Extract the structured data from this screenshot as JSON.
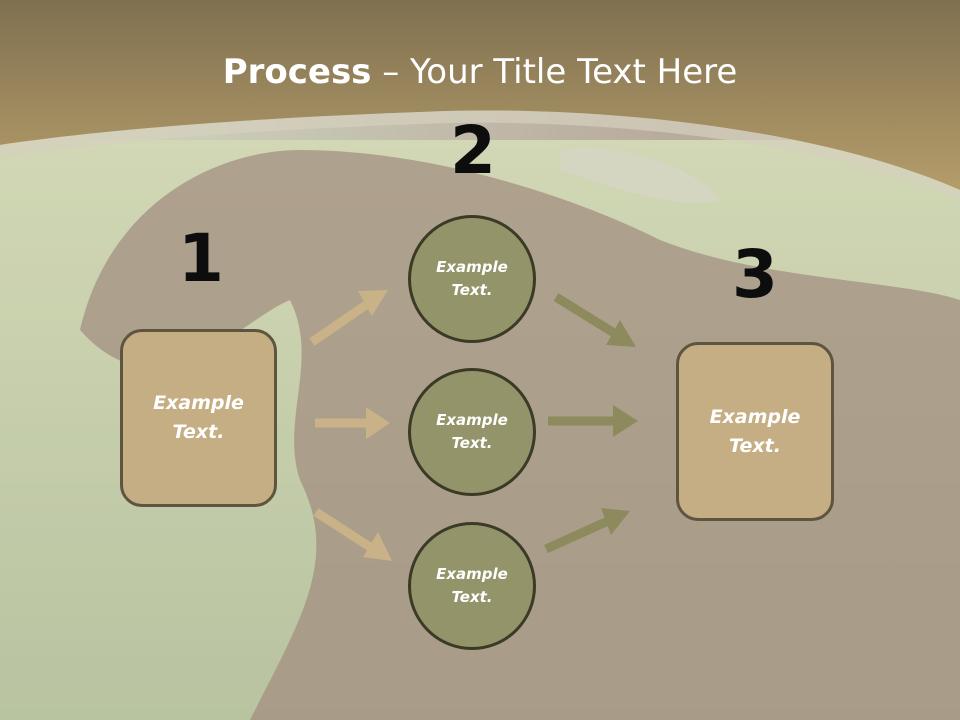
{
  "title": {
    "bold": "Process",
    "rest": " – Your Title Text Here"
  },
  "step_numbers": [
    "1",
    "2",
    "3"
  ],
  "boxes": [
    {
      "text_line1": "Example",
      "text_line2": "Text."
    },
    {
      "text_line1": "Example",
      "text_line2": "Text."
    }
  ],
  "circles": [
    {
      "text_line1": "Example",
      "text_line2": "Text."
    },
    {
      "text_line1": "Example",
      "text_line2": "Text."
    },
    {
      "text_line1": "Example",
      "text_line2": "Text."
    }
  ],
  "colors": {
    "header": "#8a7a55",
    "box_fill": "#c5ad84",
    "circle_fill": "#93946a",
    "arrow_tan": "#c9b287",
    "arrow_olive": "#8d8a5d"
  }
}
